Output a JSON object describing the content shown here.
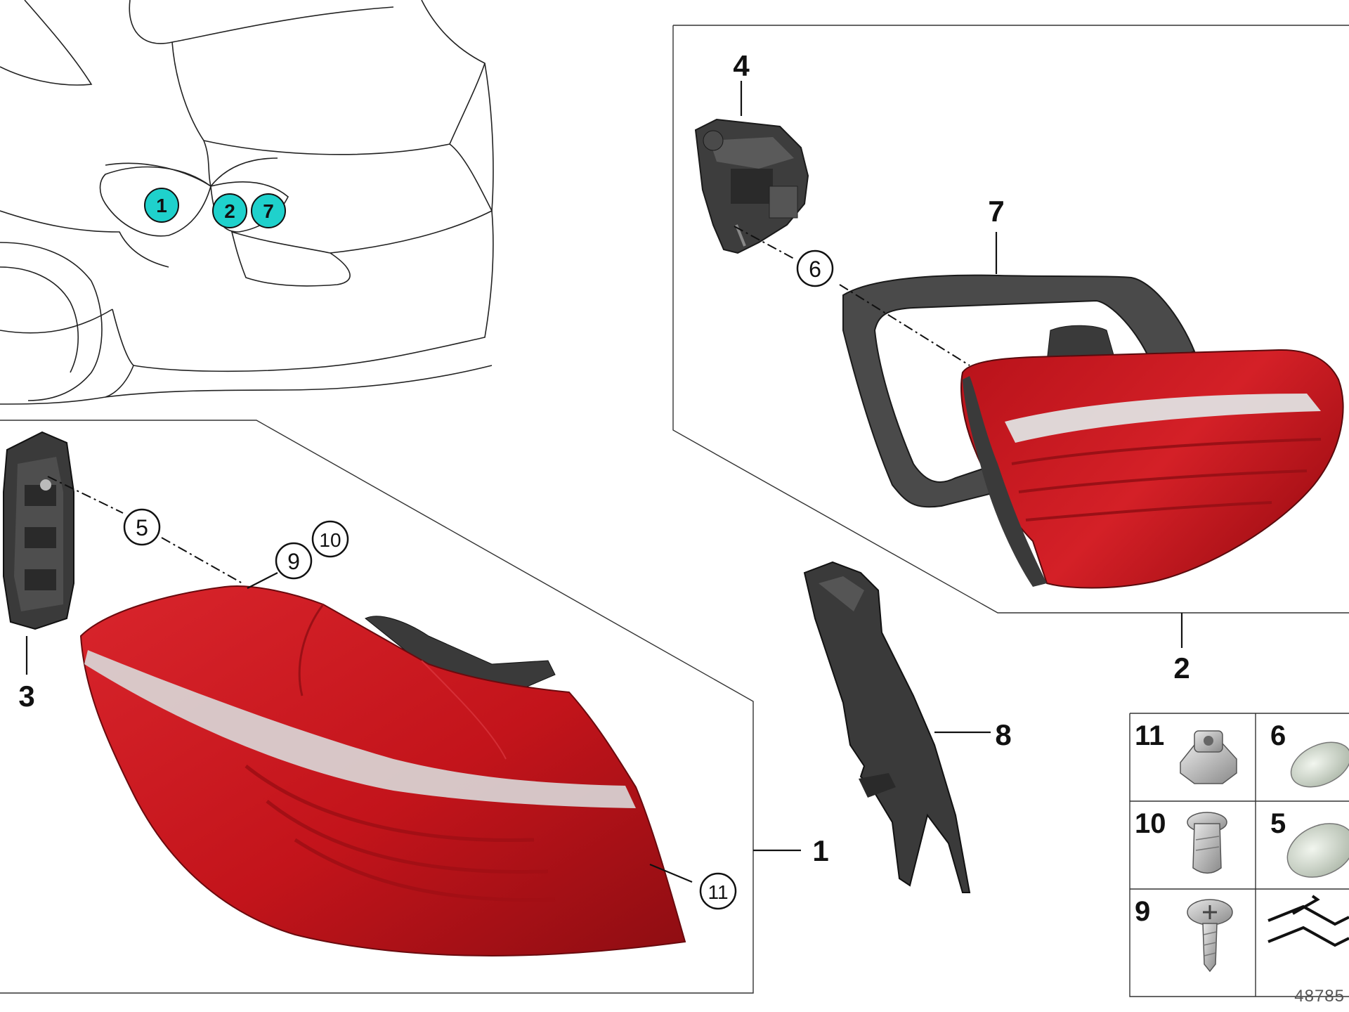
{
  "diagram": {
    "car_markers": [
      "1",
      "2",
      "7"
    ],
    "part_labels": {
      "p1": "1",
      "p2": "2",
      "p3": "3",
      "p4": "4",
      "p7": "7",
      "p8": "8"
    },
    "circle_labels": {
      "c5": "5",
      "c6": "6",
      "c9": "9",
      "c10": "10",
      "c11": "11"
    },
    "hardware_grid": {
      "cells": [
        "11",
        "6",
        "10",
        "5",
        "9"
      ]
    },
    "reference_number": "48785"
  },
  "colors": {
    "marker_fill": "#1fd1cc",
    "lamp_red": "#c8161d",
    "lamp_dark": "#8e0d12",
    "gasket_gray": "#4a4a4a"
  }
}
